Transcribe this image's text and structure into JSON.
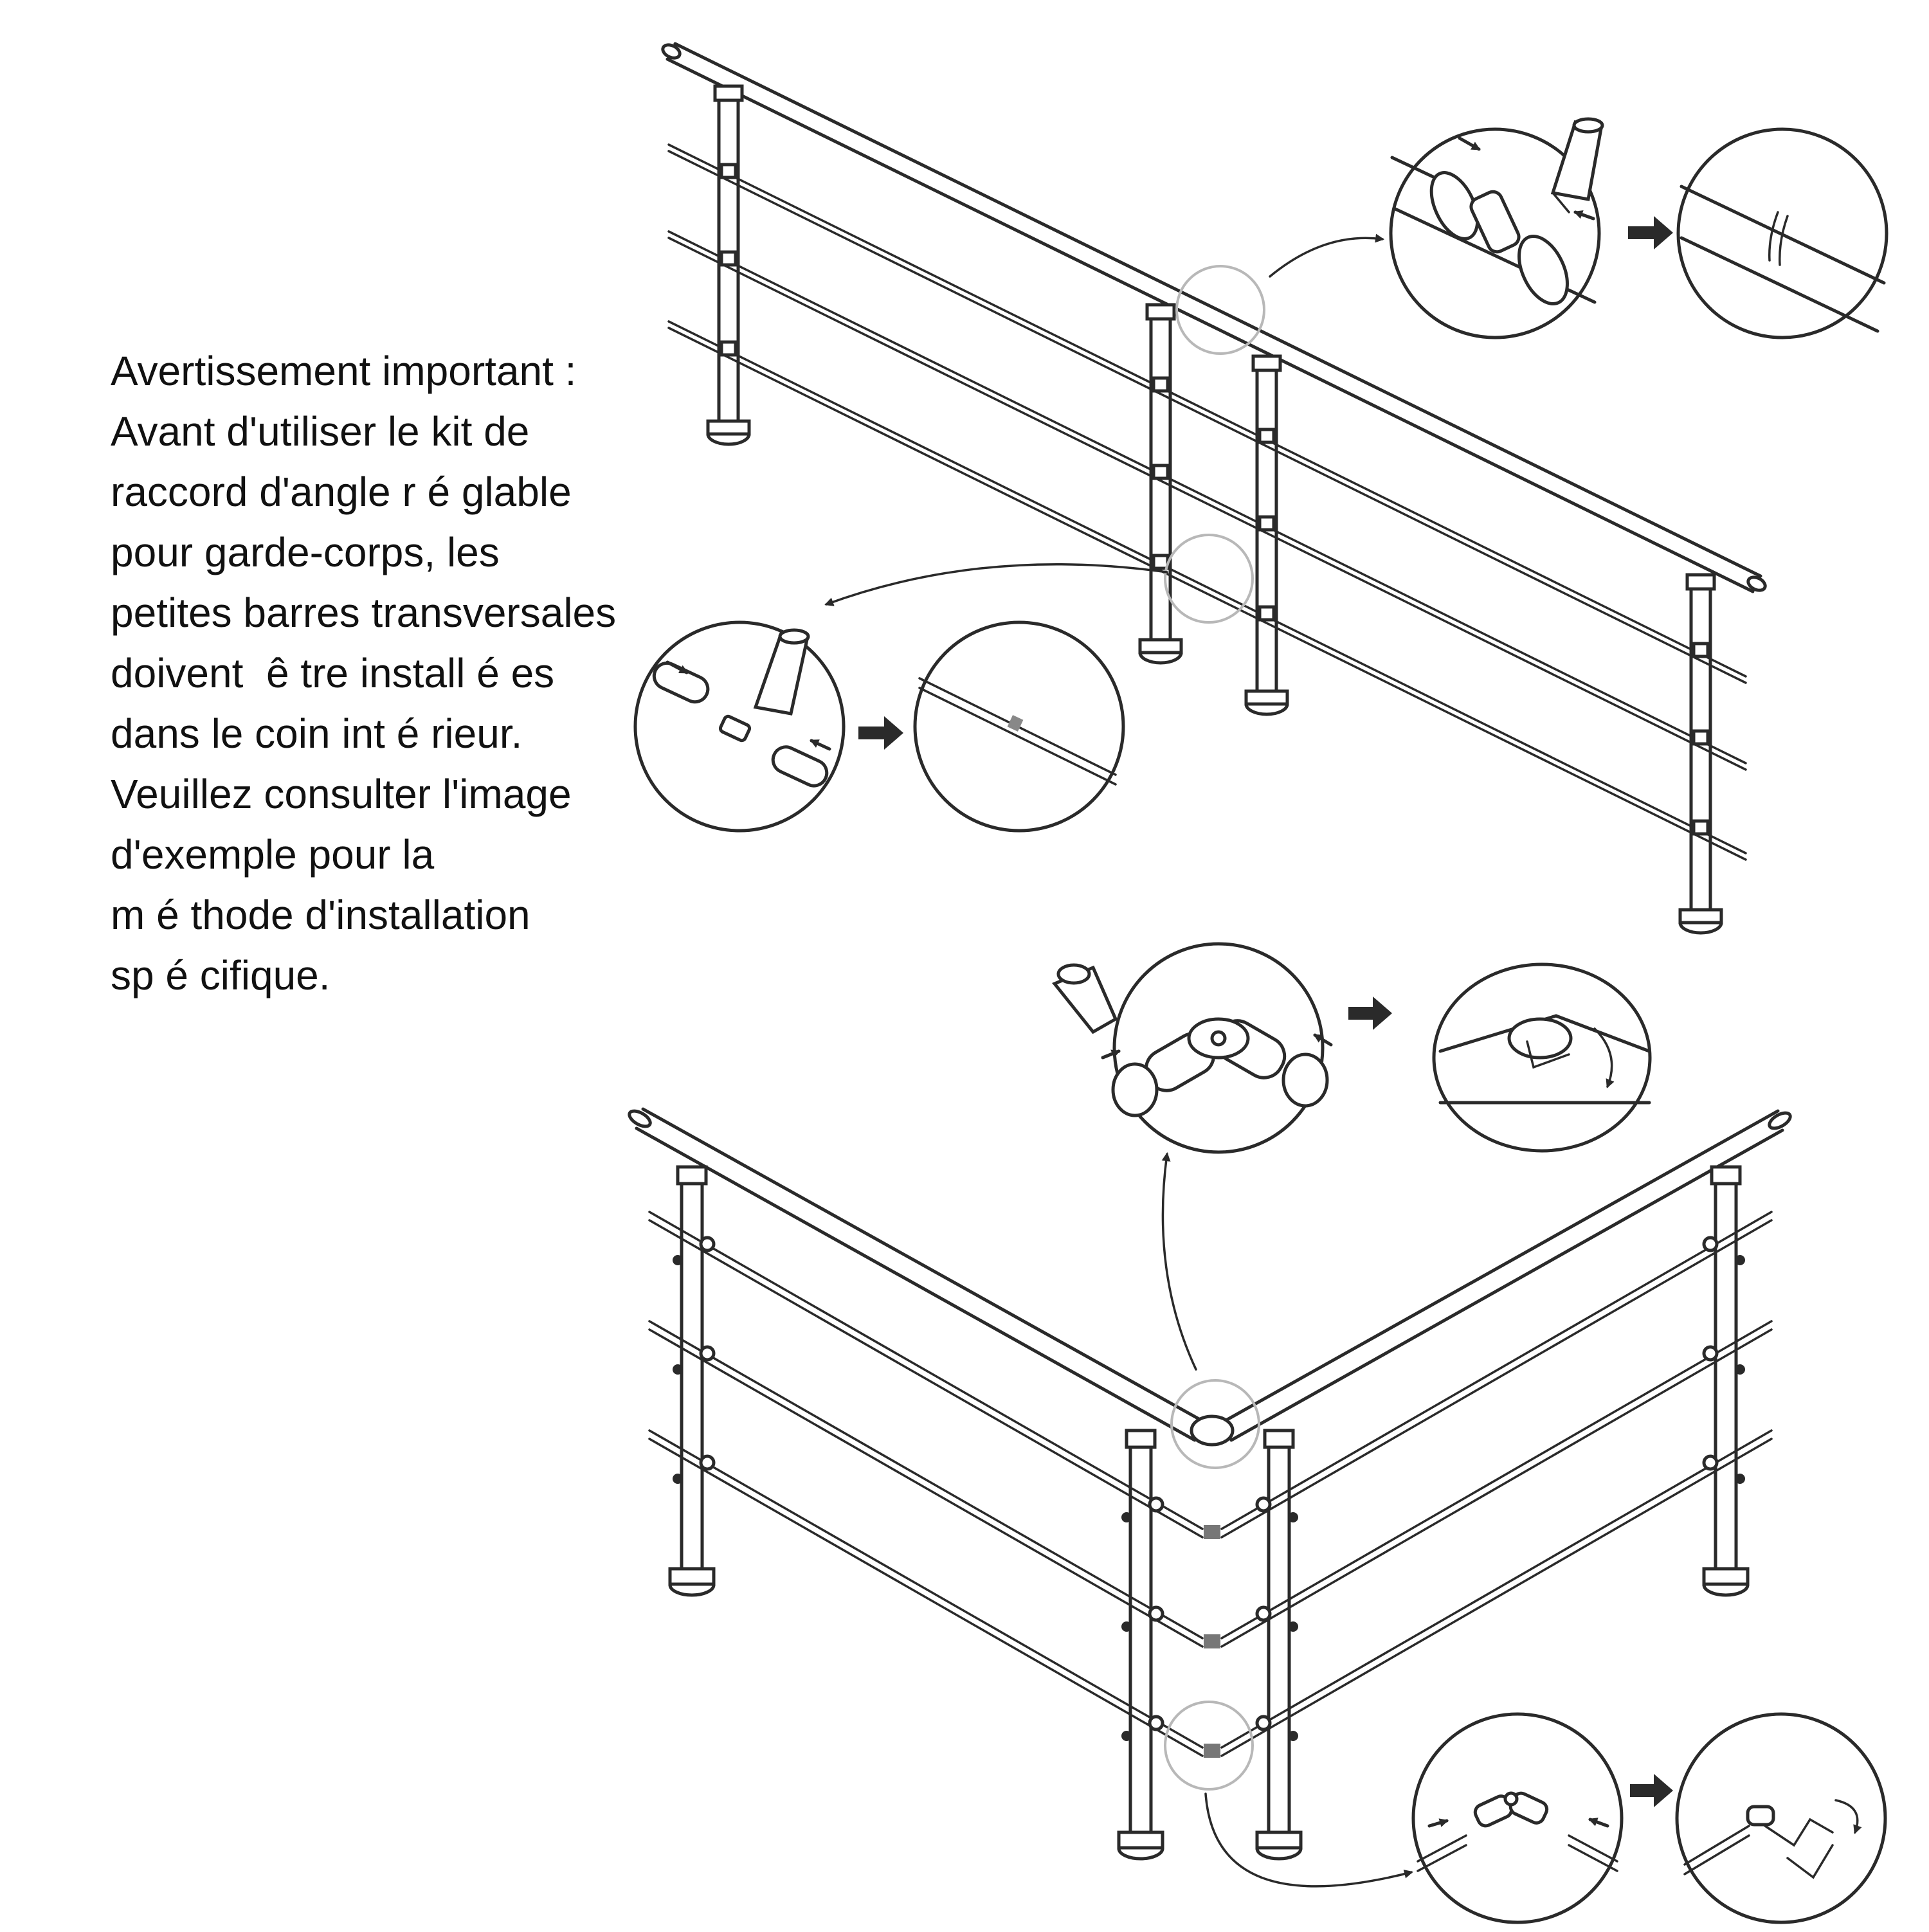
{
  "warning": {
    "lines": [
      "Avertissement important :",
      "Avant d'utiliser le kit de",
      "raccord d'angle r é glable",
      "pour garde-corps, les",
      "petites barres transversales",
      "doivent  ê tre install é es",
      "dans le coin int é rieur.",
      "Veuillez consulter l'image",
      "d'exemple pour la",
      "m é thode d'installation",
      "sp é cifique."
    ]
  },
  "colors": {
    "line": "#2a2a2a",
    "highlight": "#b8b8b8",
    "background": "#ffffff"
  }
}
